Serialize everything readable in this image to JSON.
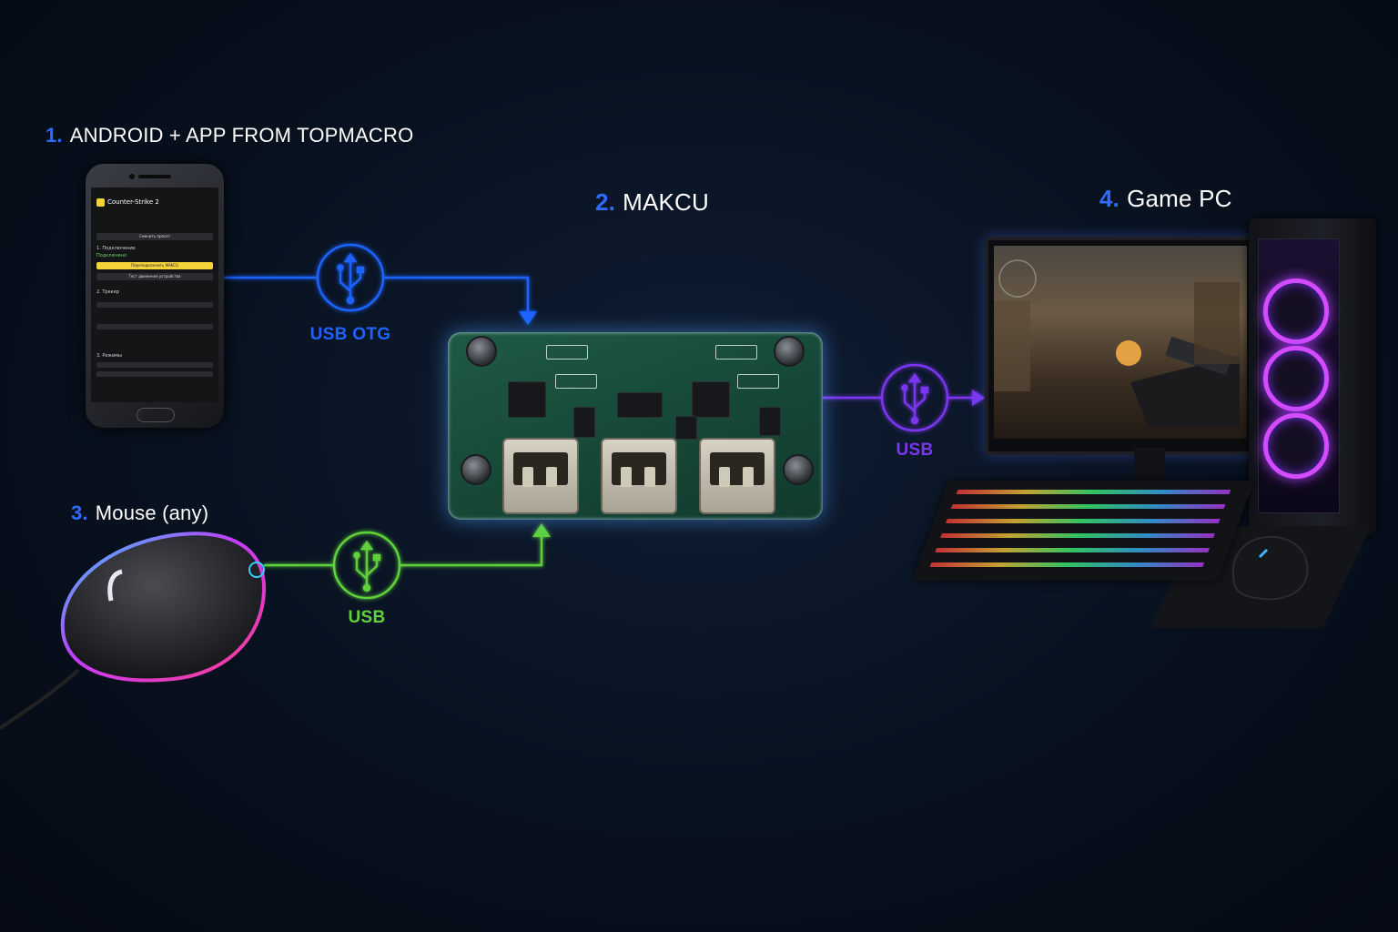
{
  "labels": {
    "android": {
      "num": "1.",
      "text": "ANDROID + APP FROM TOPMACRO"
    },
    "makcu": {
      "num": "2.",
      "text": "MAKCU"
    },
    "mouse": {
      "num": "3.",
      "text": "Mouse (any)"
    },
    "pc": {
      "num": "4.",
      "text": "Game PC"
    }
  },
  "connections": {
    "otg": {
      "label": "USB OTG",
      "color": "#1f63ff",
      "icon": "usb-icon"
    },
    "mouse": {
      "label": "USB",
      "color": "#5fd13a",
      "icon": "usb-icon"
    },
    "pc": {
      "label": "USB",
      "color": "#7b36f0",
      "icon": "usb-icon"
    }
  },
  "phone_screen": {
    "app_title": "Counter-Strike 2",
    "section1": "1. Подключение",
    "status": "Подключено",
    "connect_btn": "Переподключить MAKCU",
    "section2": "2. Трекер",
    "section3": "3. Режимы",
    "btn_reset": "Сменить пресет",
    "btn_test": "Тест движения устройства"
  },
  "colors": {
    "accent_blue": "#2f6bff",
    "usb_otg": "#1f63ff",
    "usb_mouse": "#5fd13a",
    "usb_pc": "#7b36f0",
    "background": "#08111f"
  }
}
